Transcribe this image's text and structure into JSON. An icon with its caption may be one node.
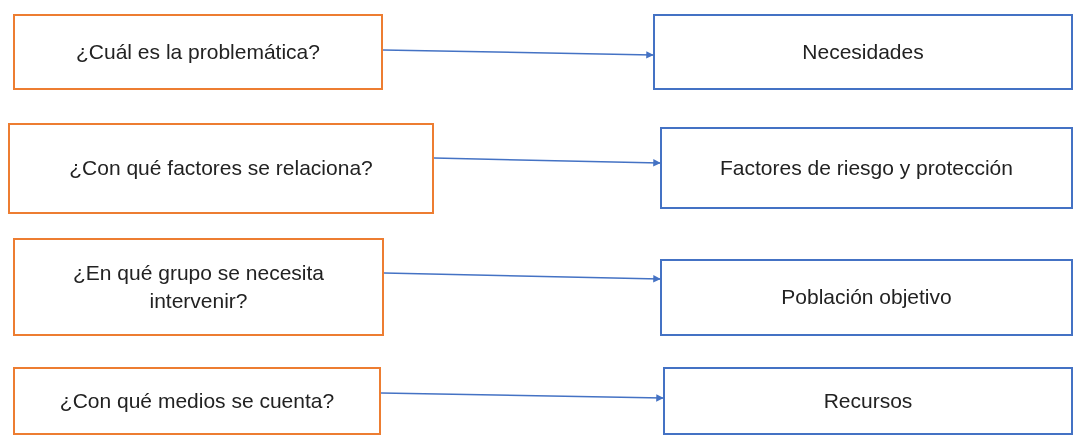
{
  "diagram": {
    "nodes": [
      {
        "text": [
          "¿Cuál es la problemática?"
        ]
      },
      {
        "text": [
          "Necesidades"
        ]
      },
      {
        "text": [
          "¿Con qué factores se relaciona?"
        ]
      },
      {
        "text": [
          "Factores de riesgo y protección"
        ]
      },
      {
        "text": [
          "¿En qué grupo se necesita intervenir?"
        ]
      },
      {
        "text": [
          "Población objetivo"
        ]
      },
      {
        "text": [
          "¿Con qué medios se cuenta?"
        ]
      },
      {
        "text": [
          "Recursos"
        ]
      }
    ],
    "edges": [
      {
        "from": 0,
        "to": 1,
        "arrow": "to"
      },
      {
        "from": 2,
        "to": 3,
        "arrow": "to"
      },
      {
        "from": 4,
        "to": 5,
        "arrow": "to"
      },
      {
        "from": 6,
        "to": 7,
        "arrow": "to"
      }
    ]
  }
}
